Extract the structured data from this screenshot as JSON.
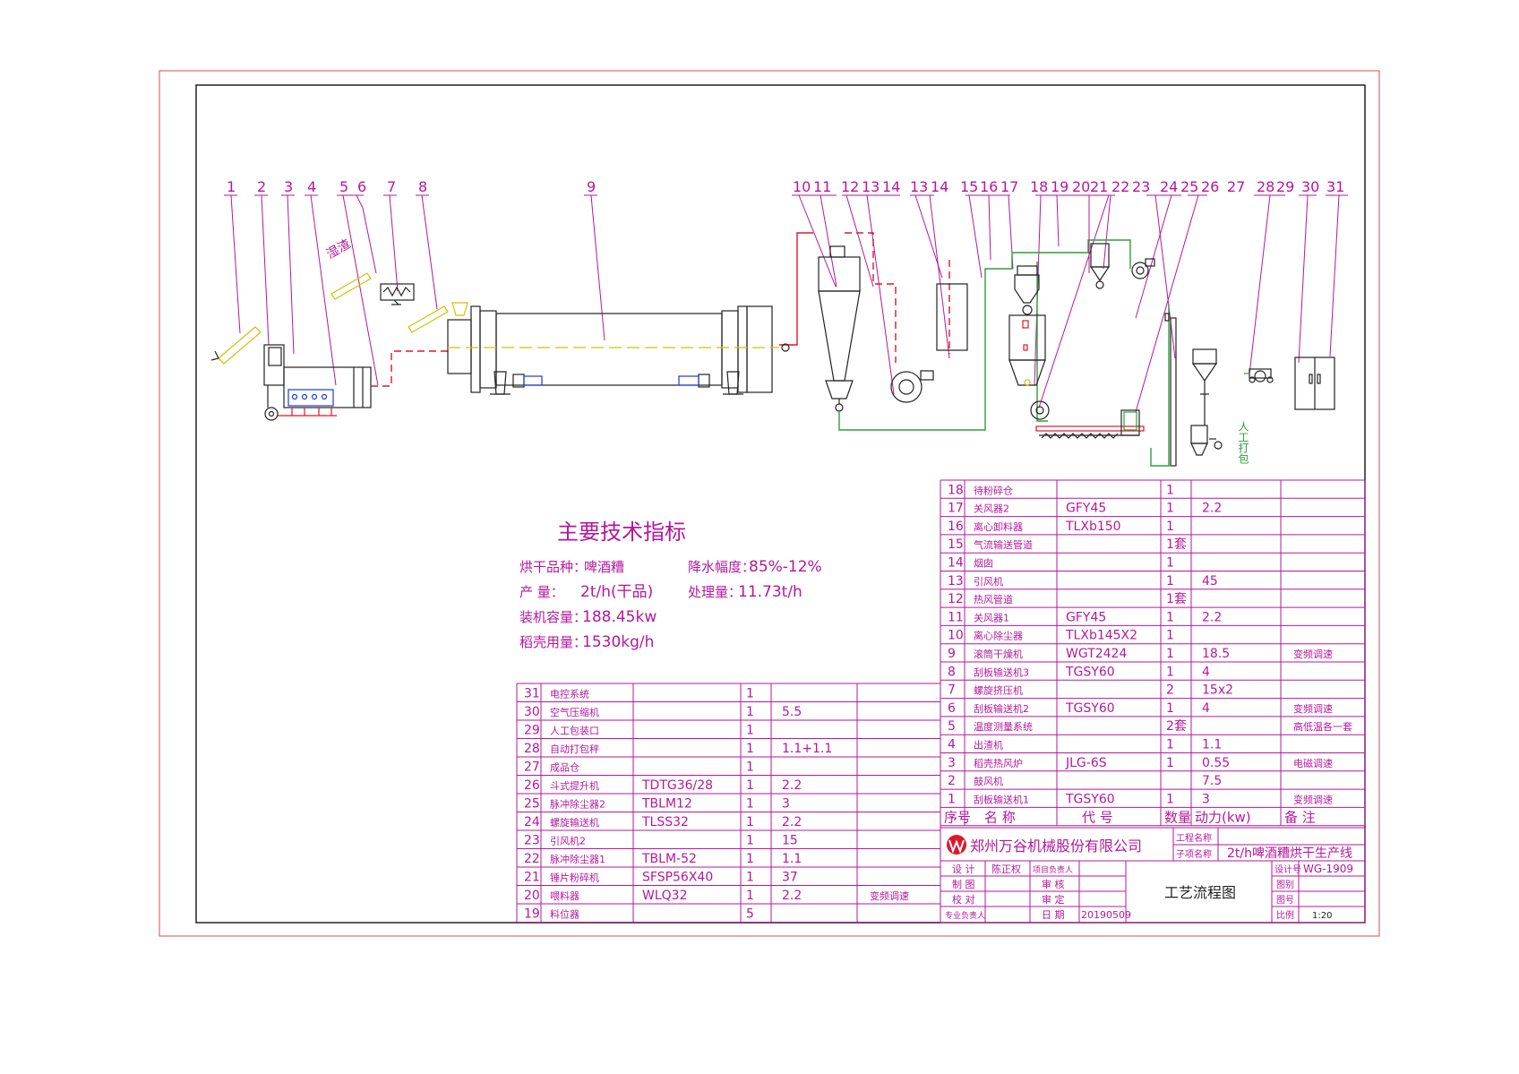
{
  "callouts": [
    "1",
    "2",
    "3",
    "4",
    "5",
    "6",
    "7",
    "8",
    "9",
    "10",
    "11",
    "12",
    "13",
    "14",
    "13",
    "14",
    "15",
    "16",
    "17",
    "18",
    "19",
    "20",
    "21",
    "22",
    "23",
    "24",
    "25",
    "26",
    "27",
    "28",
    "29",
    "30",
    "31"
  ],
  "labels": {
    "wet_slag": "湿渣",
    "manual_pack": "人工打包"
  },
  "specs": {
    "title": "主要技术指标",
    "product_label": "烘干品种：",
    "product_value": "啤酒糟",
    "output_label": "产    量：",
    "output_value": "2t/h(干品)",
    "power_label": "装机容量：",
    "power_value": "188.45kw",
    "husk_label": "稻壳用量：",
    "husk_value": "1530kg/h",
    "moisture_label": "降水幅度：",
    "moisture_value": "85%-12%",
    "capacity_label": "处理量：",
    "capacity_value": "11.73t/h"
  },
  "bom_header": {
    "no": "序号",
    "name": "名    称",
    "code": "代  号",
    "qty": "数量",
    "power": "动力(kw)",
    "remark": "备  注"
  },
  "bom_right": [
    {
      "no": "18",
      "name": "待粉碎仓",
      "code": "",
      "qty": "1",
      "power": "",
      "remark": ""
    },
    {
      "no": "17",
      "name": "关风器2",
      "code": "GFY45",
      "qty": "1",
      "power": "2.2",
      "remark": ""
    },
    {
      "no": "16",
      "name": "离心卸料器",
      "code": "TLXb150",
      "qty": "1",
      "power": "",
      "remark": ""
    },
    {
      "no": "15",
      "name": "气流输送管道",
      "code": "",
      "qty": "1套",
      "power": "",
      "remark": ""
    },
    {
      "no": "14",
      "name": "烟囱",
      "code": "",
      "qty": "1",
      "power": "",
      "remark": ""
    },
    {
      "no": "13",
      "name": "引风机",
      "code": "",
      "qty": "1",
      "power": "45",
      "remark": ""
    },
    {
      "no": "12",
      "name": "热风管道",
      "code": "",
      "qty": "1套",
      "power": "",
      "remark": ""
    },
    {
      "no": "11",
      "name": "关风器1",
      "code": "GFY45",
      "qty": "1",
      "power": "2.2",
      "remark": ""
    },
    {
      "no": "10",
      "name": "离心除尘器",
      "code": "TLXb145X2",
      "qty": "1",
      "power": "",
      "remark": ""
    },
    {
      "no": "9",
      "name": "滚筒干燥机",
      "code": "WGT2424",
      "qty": "1",
      "power": "18.5",
      "remark": "变频调速"
    },
    {
      "no": "8",
      "name": "刮板输送机3",
      "code": "TGSY60",
      "qty": "1",
      "power": "4",
      "remark": ""
    },
    {
      "no": "7",
      "name": "螺旋挤压机",
      "code": "",
      "qty": "2",
      "power": "15x2",
      "remark": ""
    },
    {
      "no": "6",
      "name": "刮板输送机2",
      "code": "TGSY60",
      "qty": "1",
      "power": "4",
      "remark": "变频调速"
    },
    {
      "no": "5",
      "name": "温度测量系统",
      "code": "",
      "qty": "2套",
      "power": "",
      "remark": "高低温各一套"
    },
    {
      "no": "4",
      "name": "出渣机",
      "code": "",
      "qty": "1",
      "power": "1.1",
      "remark": ""
    },
    {
      "no": "3",
      "name": "稻壳热风炉",
      "code": "JLG-6S",
      "qty": "1",
      "power": "0.55",
      "remark": "电磁调速"
    },
    {
      "no": "2",
      "name": "鼓风机",
      "code": "",
      "qty": "",
      "power": "7.5",
      "remark": ""
    },
    {
      "no": "1",
      "name": "刮板输送机1",
      "code": "TGSY60",
      "qty": "1",
      "power": "3",
      "remark": "变频调速"
    }
  ],
  "bom_left": [
    {
      "no": "31",
      "name": "电控系统",
      "code": "",
      "qty": "1",
      "power": "",
      "remark": ""
    },
    {
      "no": "30",
      "name": "空气压缩机",
      "code": "",
      "qty": "1",
      "power": "5.5",
      "remark": ""
    },
    {
      "no": "29",
      "name": "人工包装口",
      "code": "",
      "qty": "1",
      "power": "",
      "remark": ""
    },
    {
      "no": "28",
      "name": "自动打包秤",
      "code": "",
      "qty": "1",
      "power": "1.1+1.1",
      "remark": ""
    },
    {
      "no": "27",
      "name": "成品仓",
      "code": "",
      "qty": "1",
      "power": "",
      "remark": ""
    },
    {
      "no": "26",
      "name": "斗式提升机",
      "code": "TDTG36/28",
      "qty": "1",
      "power": "2.2",
      "remark": ""
    },
    {
      "no": "25",
      "name": "脉冲除尘器2",
      "code": "TBLM12",
      "qty": "1",
      "power": "3",
      "remark": ""
    },
    {
      "no": "24",
      "name": "螺旋输送机",
      "code": "TLSS32",
      "qty": "1",
      "power": "2.2",
      "remark": ""
    },
    {
      "no": "23",
      "name": "引风机2",
      "code": "",
      "qty": "1",
      "power": "15",
      "remark": ""
    },
    {
      "no": "22",
      "name": "脉冲除尘器1",
      "code": "TBLM-52",
      "qty": "1",
      "power": "1.1",
      "remark": ""
    },
    {
      "no": "21",
      "name": "锤片粉碎机",
      "code": "SFSP56X40",
      "qty": "1",
      "power": "37",
      "remark": ""
    },
    {
      "no": "20",
      "name": "喂料器",
      "code": "WLQ32",
      "qty": "1",
      "power": "2.2",
      "remark": "变频调速"
    },
    {
      "no": "19",
      "name": "料位器",
      "code": "",
      "qty": "5",
      "power": "",
      "remark": ""
    }
  ],
  "title_block": {
    "company": "郑州万谷机械股份有限公司",
    "project_label": "工程名称",
    "project_value": "",
    "sub_label": "子项名称",
    "sub_value": "2t/h啤酒糟烘干生产线",
    "design_label": "设  计",
    "designer": "陈正权",
    "pm_label": "项目负责人",
    "pm": "",
    "draw_label": "制  图",
    "check_label": "审  核",
    "proof_label": "校  对",
    "approve_label": "审  定",
    "major_label": "专业负责人",
    "date_label": "日  期",
    "date": "20190509",
    "drawing_title": "工艺流程图",
    "no_label": "设计号",
    "no_value": "WG-1909",
    "type_label": "图别",
    "type_value": "",
    "num_label": "图号",
    "num_value": "",
    "scale_label": "比例",
    "scale_value": "1:20"
  },
  "colors": {
    "frame": "#d9534f",
    "magenta": "#b5179e",
    "green": "#2e9d3a",
    "red": "#e0162b",
    "yellow": "#d4c000",
    "black": "#222222",
    "blue": "#1c3bd6"
  }
}
